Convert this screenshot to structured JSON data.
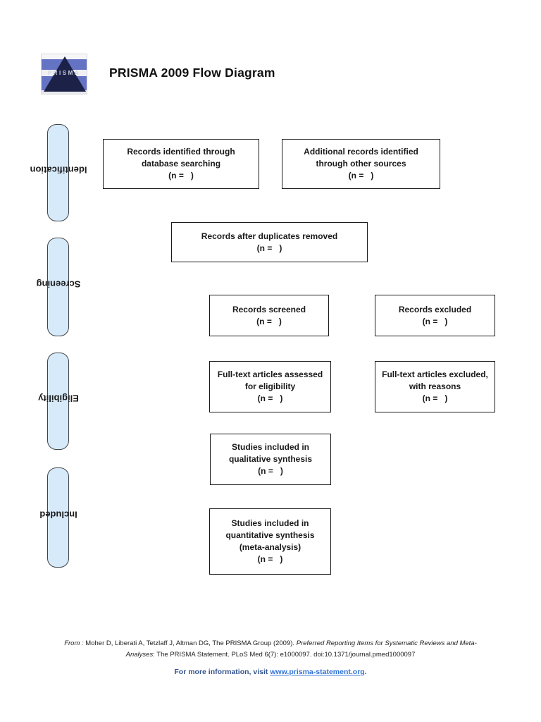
{
  "page": {
    "title": "PRISMA 2009 Flow Diagram",
    "logo_text": "PRISMA"
  },
  "sidebar": {
    "stages": [
      {
        "label": "Identification"
      },
      {
        "label": "Screening"
      },
      {
        "label": "Eligibility"
      },
      {
        "label": "Included"
      }
    ]
  },
  "diagram": {
    "boxes": [
      {
        "name": "records-identified",
        "lines": [
          "Records identified through",
          "database searching",
          "(n =   )"
        ]
      },
      {
        "name": "additional-records",
        "lines": [
          "Additional records identified",
          "through other sources",
          "(n =   )"
        ]
      },
      {
        "name": "duplicates-removed",
        "lines": [
          "Records after duplicates removed",
          "(n =   )"
        ]
      },
      {
        "name": "records-screened",
        "lines": [
          "Records screened",
          "(n =   )"
        ]
      },
      {
        "name": "records-excluded",
        "lines": [
          "Records excluded",
          "(n =   )"
        ]
      },
      {
        "name": "fulltext-assessed",
        "lines": [
          "Full-text articles assessed",
          "for eligibility",
          "(n =   )"
        ]
      },
      {
        "name": "fulltext-excluded",
        "lines": [
          "Full-text articles excluded,",
          "with reasons",
          "(n =   )"
        ]
      },
      {
        "name": "qualitative-synthesis",
        "lines": [
          "Studies included in",
          "qualitative synthesis",
          "(n =   )"
        ]
      },
      {
        "name": "quantitative-synthesis",
        "lines": [
          "Studies included in",
          "quantitative synthesis",
          "(meta-analysis)",
          "(n =   )"
        ]
      }
    ]
  },
  "footer": {
    "citation_prefix": "From :",
    "citation_line1_regular": " Moher D, Liberati A, Tetzlaff J, Altman DG, The PRISMA Group (2009). ",
    "citation_line1_italic": "Preferred Reporting Items for Systematic Reviews and Meta-",
    "citation_line2_italic": "Analyses",
    "citation_line2_regular": ": The PRISMA Statement. PLoS Med 6(7): e1000097. doi:10.1371/journal.pmed1000097",
    "info_text": "For more information, visit ",
    "info_link": "www.prisma-statement.org",
    "info_suffix": "."
  },
  "colors": {
    "stage_bar_fill": "#d7eafa",
    "stage_bar_border": "#3f4447",
    "box_border": "#1a1a1a",
    "info_text": "#35548F",
    "link": "#3374D4",
    "logo_bar": "#6573c4",
    "logo_triangle": "#1c2247"
  }
}
